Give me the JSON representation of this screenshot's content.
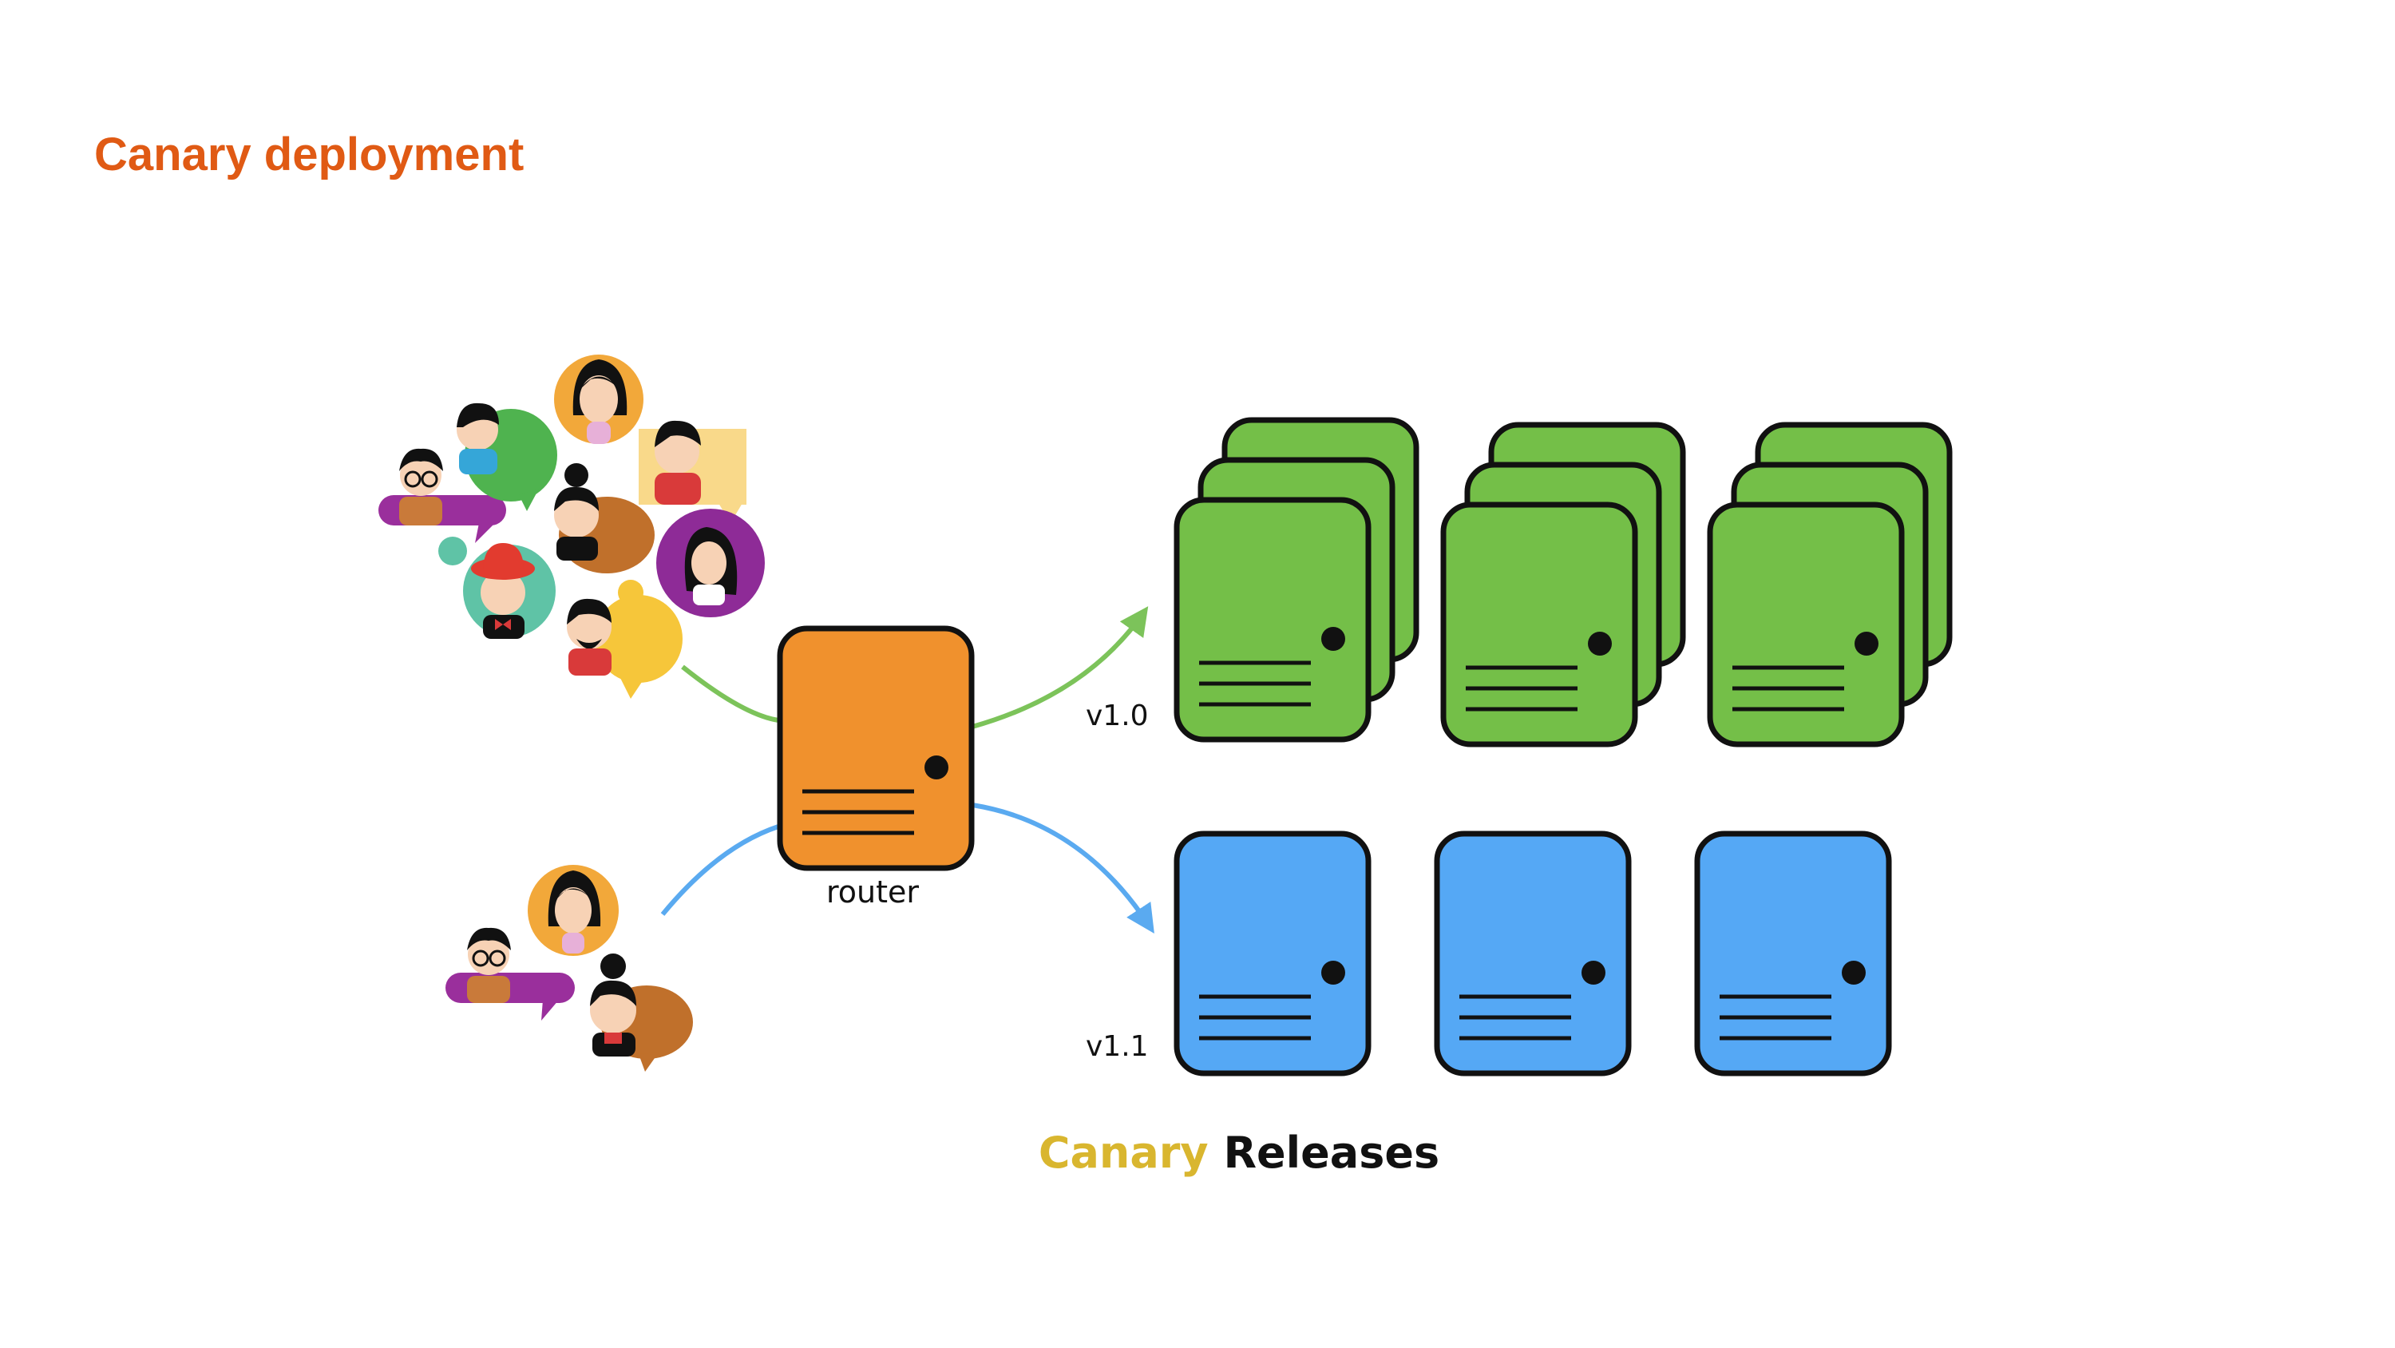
{
  "title": "Canary deployment",
  "router_label": "router",
  "version_labels": {
    "stable": "v1.0",
    "canary": "v1.1"
  },
  "caption": {
    "part1": "Canary",
    "part2": "Releases"
  },
  "colors": {
    "title": "#e05a14",
    "router": "#f0912d",
    "stable_server": "#74bf48",
    "canary_server": "#55a8f5",
    "stable_arrow": "#7cc35a",
    "canary_arrow": "#5aaaf0",
    "caption_accent": "#d9b62f"
  },
  "icons": {
    "user_group_large": "user-avatars",
    "user_group_small": "user-avatars",
    "server": "server-icon",
    "router": "router-icon"
  }
}
